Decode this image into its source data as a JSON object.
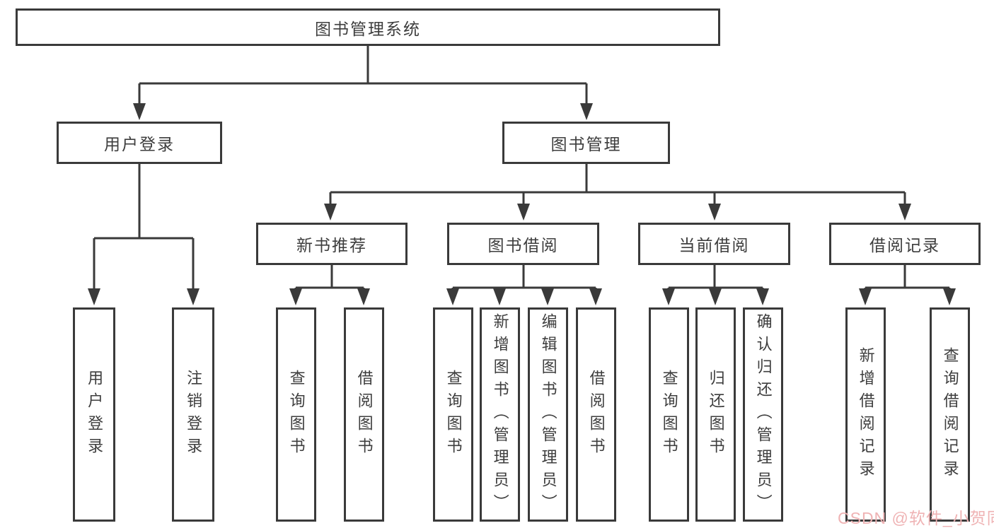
{
  "diagram": {
    "title": "图书管理系统",
    "branches": [
      {
        "label": "用户登录",
        "leaves": [
          "用户登录",
          "注销登录"
        ]
      },
      {
        "label": "图书管理",
        "children": [
          {
            "label": "新书推荐",
            "leaves": [
              "查询图书",
              "借阅图书"
            ]
          },
          {
            "label": "图书借阅",
            "leaves": [
              "查询图书",
              "新增图书（管理员）",
              "编辑图书（管理员）",
              "借阅图书"
            ]
          },
          {
            "label": "当前借阅",
            "leaves": [
              "查询图书",
              "归还图书",
              "确认归还（管理员）"
            ]
          },
          {
            "label": "借阅记录",
            "leaves": [
              "新增借阅记录",
              "查询借阅记录"
            ]
          }
        ]
      }
    ]
  },
  "watermark": {
    "text": "CSDN @软件_小贺同学",
    "color": "#efb3b4"
  },
  "colors": {
    "line": "#3a3a3a",
    "box_border": "#3a3a3a",
    "text": "#3d3d3d",
    "background": "#ffffff"
  }
}
